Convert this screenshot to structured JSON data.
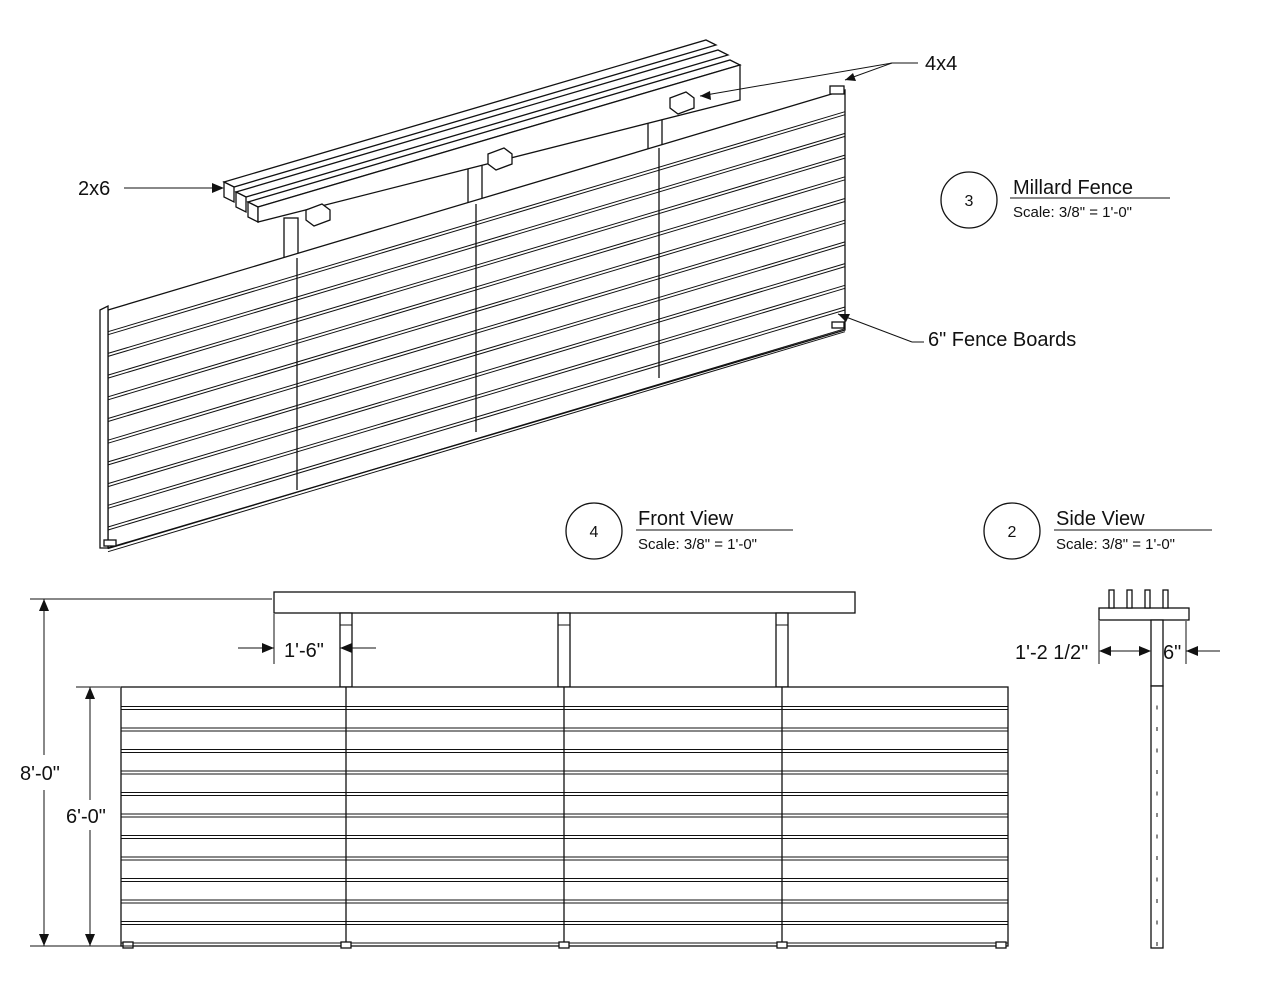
{
  "isometric_callouts": {
    "post": "4x4",
    "beam": "2x6",
    "boards": "6\" Fence Boards"
  },
  "details": [
    {
      "number": "3",
      "title": "Millard Fence",
      "scale": "Scale: 3/8\" = 1'-0\""
    },
    {
      "number": "4",
      "title": "Front View",
      "scale": "Scale: 3/8\" = 1'-0\""
    },
    {
      "number": "2",
      "title": "Side View",
      "scale": "Scale: 3/8\" = 1'-0\""
    }
  ],
  "front_view_dims": {
    "overhang": "1'-6\"",
    "total_height": "8'-0\"",
    "fence_height": "6'-0\""
  },
  "side_view_dims": {
    "beam_offset": "1'-2 1/2\"",
    "post_width": "6\""
  }
}
